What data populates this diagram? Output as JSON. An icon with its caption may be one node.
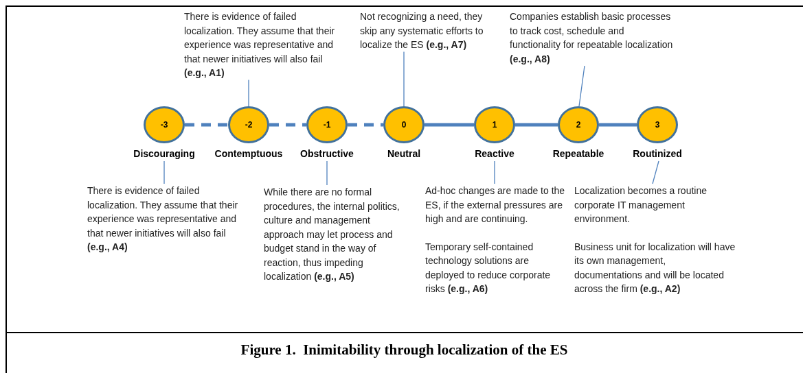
{
  "diagram": {
    "caption": "Figure 1.  Inimitability through localization of the ES",
    "nodes": [
      {
        "text": [
          "-3"
        ],
        "beside": [
          "Discouraging"
        ]
      },
      {
        "text": [
          "-2"
        ],
        "beside": [
          "Contemptuous"
        ]
      },
      {
        "text": [
          "-1"
        ],
        "beside": [
          "Obstructive"
        ]
      },
      {
        "text": [
          "0"
        ],
        "beside": [
          "Neutral"
        ]
      },
      {
        "text": [
          "1"
        ],
        "beside": [
          "Reactive"
        ]
      },
      {
        "text": [
          "2"
        ],
        "beside": [
          "Repeatable"
        ]
      },
      {
        "text": [
          "3"
        ],
        "beside": [
          "Routinized"
        ]
      },
      {
        "text": [
          "There is evidence of failed localization. They assume that their experience was representative and that newer initiatives will also fail **(e.g., A1)**"
        ]
      },
      {
        "text": [
          "Not recognizing a need, they skip any systematic efforts to localize the ES **(e.g., A7)**"
        ]
      },
      {
        "text": [
          "Companies establish basic processes to track cost, schedule and functionality for repeatable localization **(e.g., A8)**"
        ]
      },
      {
        "text": [
          "There is evidence of failed localization. They assume that their experience was representative and that newer initiatives will also fail **(e.g., A4)**"
        ]
      },
      {
        "text": [
          "While there are no formal procedures, the internal politics, culture and management approach may let process and budget stand in the way of reaction, thus impeding localization **(e.g., A5)**"
        ]
      },
      {
        "text": [
          "Ad-hoc changes are made to the ES, if the external pressures are  high and are continuing.",
          "Temporary self-contained technology solutions are deployed to reduce corporate risks **(e.g., A6)**"
        ]
      },
      {
        "text": [
          "Localization becomes a routine corporate IT management environment.",
          "Business unit for localization will have its own management, documentations and will be located across the firm **(e.g., A2)**"
        ]
      }
    ],
    "edges": [
      {
        "from": 0,
        "to": 1,
        "arrow": "none",
        "style": "dashed"
      },
      {
        "from": 1,
        "to": 2,
        "arrow": "none",
        "style": "dashed"
      },
      {
        "from": 2,
        "to": 3,
        "arrow": "none",
        "style": "dashed"
      },
      {
        "from": 3,
        "to": 4,
        "arrow": "none",
        "style": "thick"
      },
      {
        "from": 4,
        "to": 5,
        "arrow": "none",
        "style": "thick"
      },
      {
        "from": 5,
        "to": 6,
        "arrow": "none",
        "style": "thick"
      },
      {
        "from": 7,
        "to": 1,
        "arrow": "none"
      },
      {
        "from": 8,
        "to": 3,
        "arrow": "none"
      },
      {
        "from": 9,
        "to": 5,
        "arrow": "none"
      },
      {
        "from": 10,
        "to": 0,
        "arrow": "none"
      },
      {
        "from": 11,
        "to": 2,
        "arrow": "none"
      },
      {
        "from": 12,
        "to": 4,
        "arrow": "none"
      },
      {
        "from": 13,
        "to": 6,
        "arrow": "none"
      }
    ]
  }
}
